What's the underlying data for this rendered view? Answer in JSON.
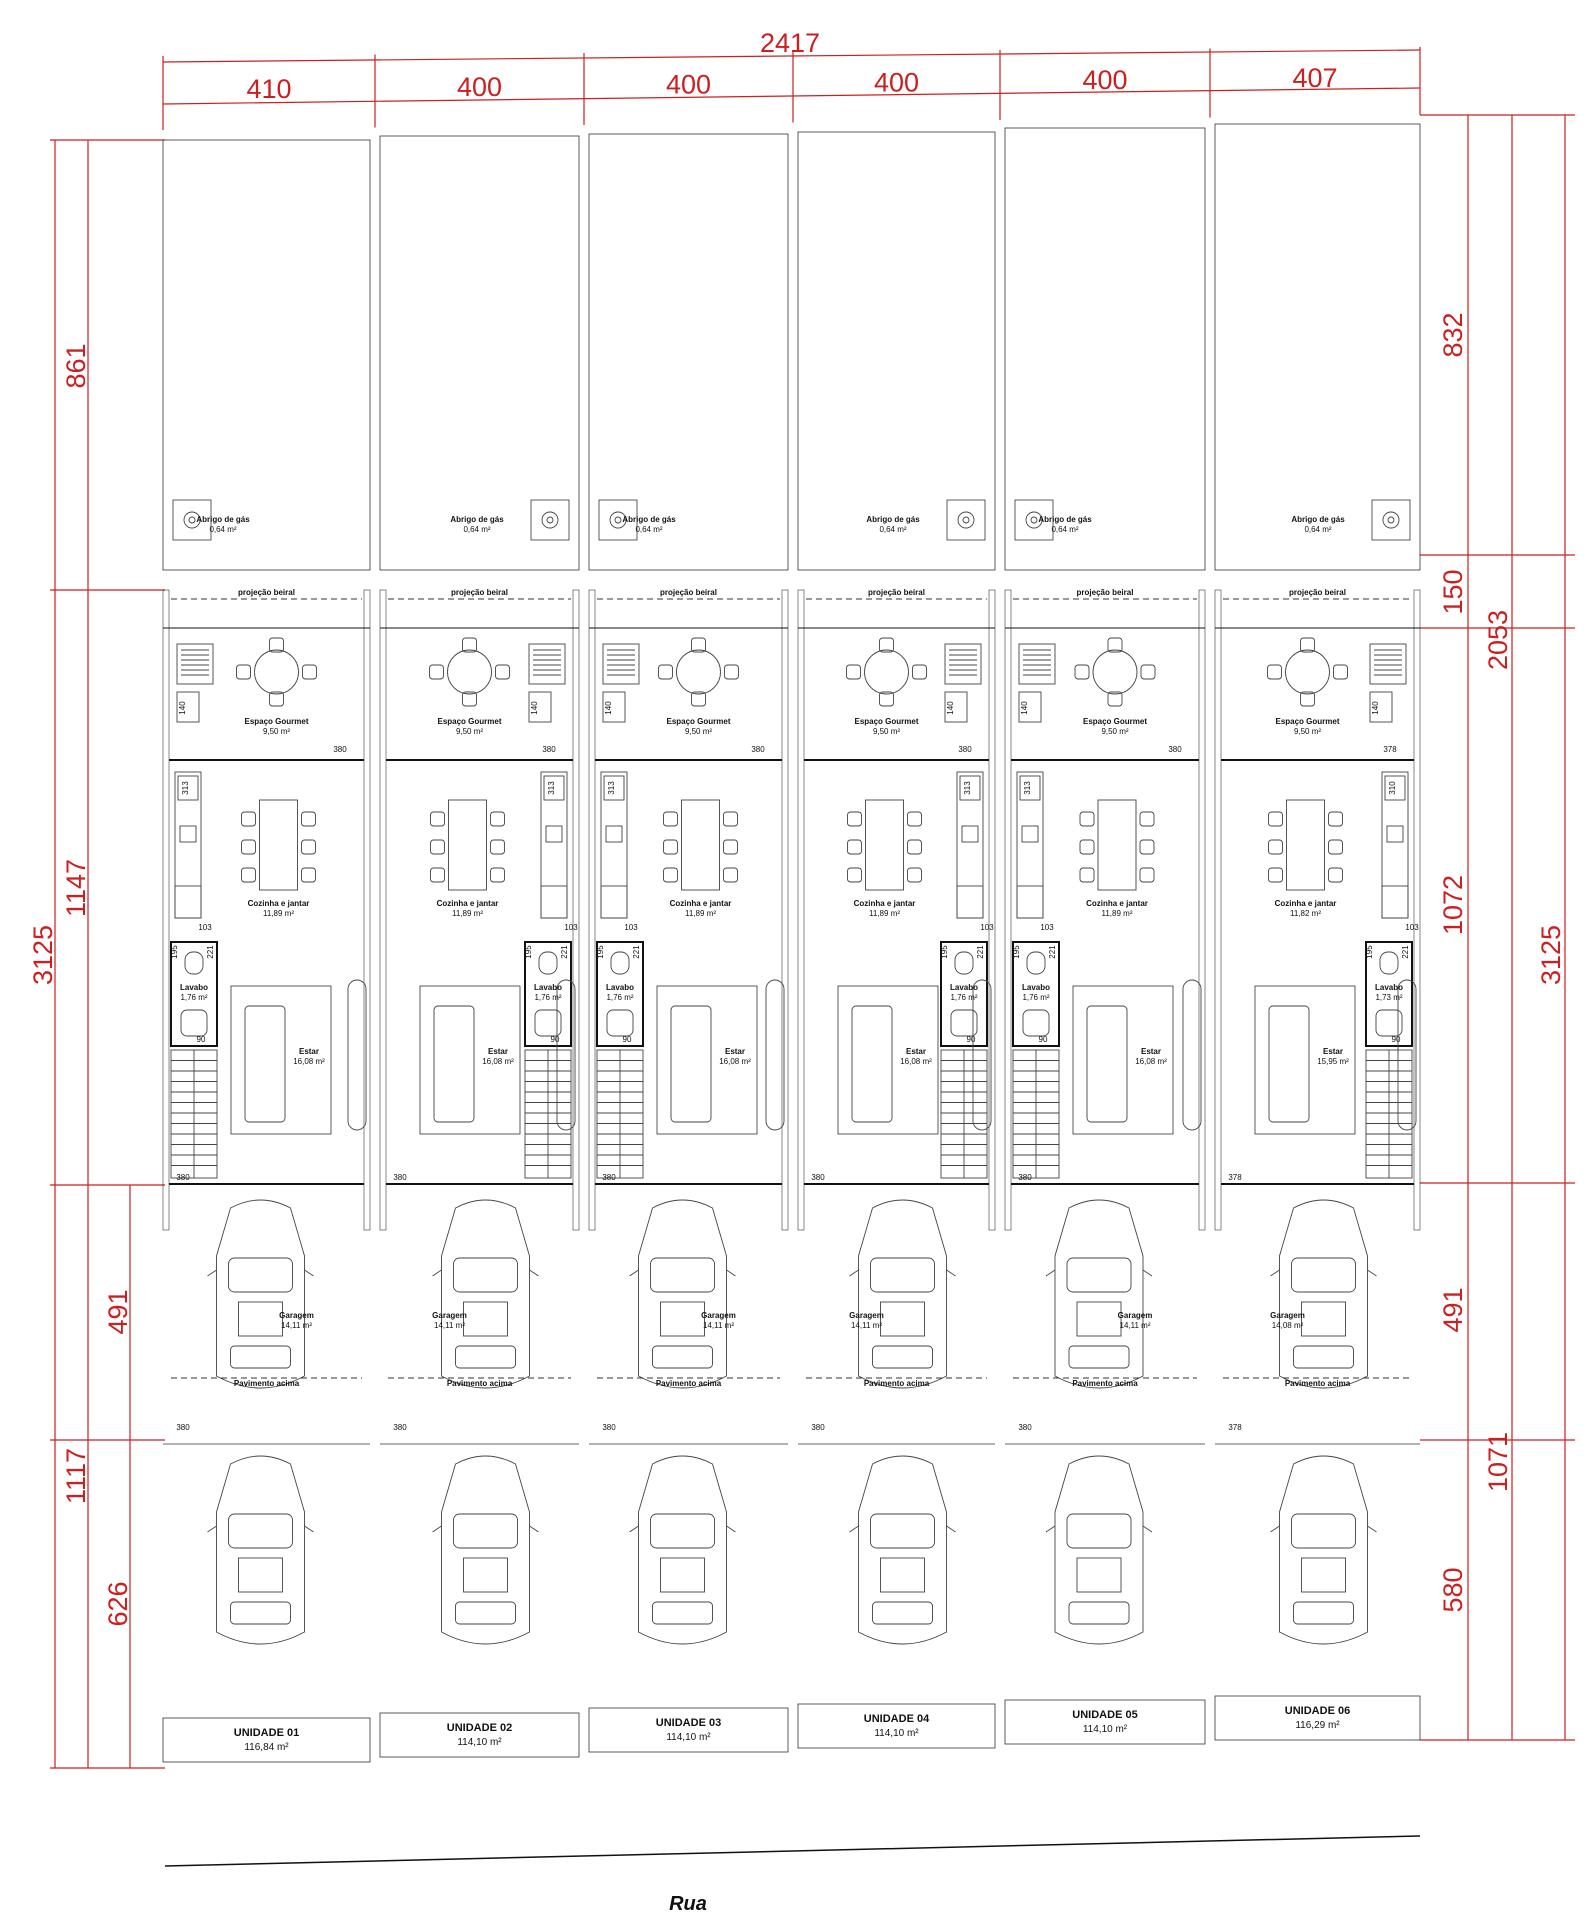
{
  "dimensions": {
    "total_width": "2417",
    "widths": [
      "410",
      "400",
      "400",
      "400",
      "400",
      "407"
    ],
    "left_outer": "3125",
    "left_inner": [
      "861",
      "1147",
      "1117"
    ],
    "left_lot": [
      "491",
      "626"
    ],
    "right_outer": "3125",
    "right_mid": [
      "2053",
      "1071"
    ],
    "right_inner": [
      "832",
      "150",
      "1072",
      "491",
      "580"
    ]
  },
  "common_labels": {
    "gas_shelter": "Abrigo de gás",
    "gas_area": "0,64 m²",
    "eave": "projeção beiral",
    "gourmet": "Espaço Gourmet",
    "kitchen": "Cozinha e jantar",
    "toilet": "Lavabo",
    "living": "Estar",
    "garage": "Garagem",
    "upper_floor": "Pavimento acima"
  },
  "units": [
    {
      "name": "UNIDADE 01",
      "area": "116,84 m²",
      "gourmet_area": "9,50 m²",
      "kitchen_area": "11,89 m²",
      "toilet_area": "1,76 m²",
      "living_area": "16,08 m²",
      "garage_area": "14,11 m²",
      "width_mark": "380",
      "marks": [
        "140",
        "313",
        "103",
        "195",
        "221",
        "90"
      ]
    },
    {
      "name": "UNIDADE 02",
      "area": "114,10 m²",
      "gourmet_area": "9,50 m²",
      "kitchen_area": "11,89 m²",
      "toilet_area": "1,76 m²",
      "living_area": "16,08 m²",
      "garage_area": "14,11 m²",
      "width_mark": "380",
      "marks": [
        "140",
        "313",
        "103",
        "195",
        "221",
        "90"
      ]
    },
    {
      "name": "UNIDADE 03",
      "area": "114,10 m²",
      "gourmet_area": "9,50 m²",
      "kitchen_area": "11,89 m²",
      "toilet_area": "1,76 m²",
      "living_area": "16,08 m²",
      "garage_area": "14,11 m²",
      "width_mark": "380",
      "marks": [
        "140",
        "313",
        "103",
        "195",
        "221",
        "90"
      ]
    },
    {
      "name": "UNIDADE 04",
      "area": "114,10 m²",
      "gourmet_area": "9,50 m²",
      "kitchen_area": "11,89 m²",
      "toilet_area": "1,76 m²",
      "living_area": "16,08 m²",
      "garage_area": "14,11 m²",
      "width_mark": "380",
      "marks": [
        "140",
        "313",
        "103",
        "195",
        "221",
        "90"
      ]
    },
    {
      "name": "UNIDADE 05",
      "area": "114,10 m²",
      "gourmet_area": "9,50 m²",
      "kitchen_area": "11,89 m²",
      "toilet_area": "1,76 m²",
      "living_area": "16,08 m²",
      "garage_area": "14,11 m²",
      "width_mark": "380",
      "marks": [
        "140",
        "313",
        "103",
        "195",
        "221",
        "90"
      ]
    },
    {
      "name": "UNIDADE 06",
      "area": "116,29 m²",
      "gourmet_area": "9,50 m²",
      "kitchen_area": "11,82 m²",
      "toilet_area": "1,73 m²",
      "living_area": "15,95 m²",
      "garage_area": "14,08 m²",
      "width_mark": "378",
      "marks": [
        "140",
        "310",
        "103",
        "195",
        "221",
        "90"
      ]
    }
  ],
  "street": "Rua"
}
